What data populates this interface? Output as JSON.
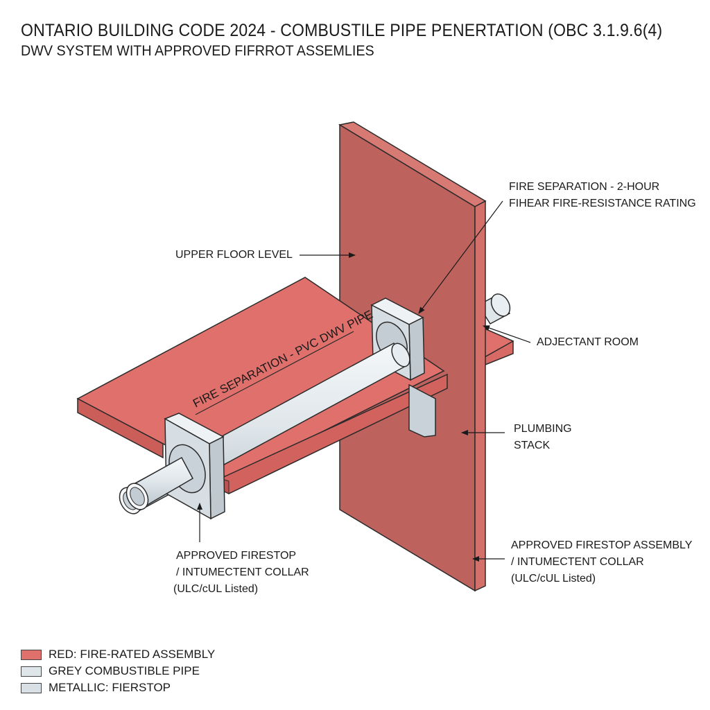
{
  "header": {
    "title": "ONTARIO BUILDING CODE 2024 - COMBUSTILE PIPE PENERTATION (OBC 3.1.9.6(4)",
    "subtitle": "DWV SYSTEM WITH APPROVED FIFRROT ASSEMLIES"
  },
  "labels": {
    "fire_separation_rating": [
      "FIRE SEPARATION - 2-HOUR",
      "FIHEAR FIRE-RESISTANCE RATING"
    ],
    "upper_floor": "UPPER FLOOR LEVEL",
    "adjacent_room": "ADJECTANT ROOM",
    "plumbing_stack": [
      "PLUMBING",
      "STACK"
    ],
    "pipe_label": "FIRE SEPARATION - PVC DWV PIPE",
    "firestop_left": [
      "APPROVED FIRESTOP",
      "/ INTUMECTENT COLLAR",
      "(ULC/cUL Listed)"
    ],
    "firestop_right": [
      "APPROVED FIRESTOP ASSEMBLY",
      "/ INTUMECTENT COLLAR",
      "(ULC/cUL Listed)"
    ]
  },
  "legend": [
    {
      "label": "RED: FIRE-RATED ASSEMBLY",
      "color": "#e0706c"
    },
    {
      "label": "GREY COMBUSTIBLE PIPE",
      "color": "#dfe6ea"
    },
    {
      "label": "METALLIC: FIERSTOP",
      "color": "#d8e0e5"
    }
  ],
  "colors": {
    "wall_front": "#be625e",
    "wall_side": "#d3706a",
    "slab_top": "#e0706c",
    "slab_edge": "#cc5e5a",
    "pipe": "#dfe6ea",
    "collar": "#d6dee3"
  }
}
